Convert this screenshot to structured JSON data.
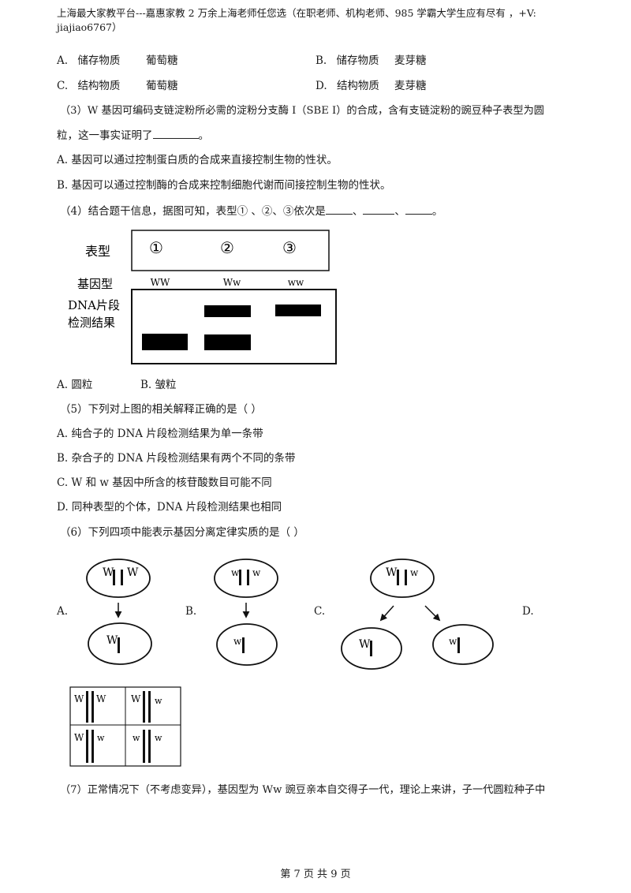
{
  "header": {
    "line1": "上海最大家教平台---嘉惠家教    2 万余上海老师任您选（在职老师、机构老师、985 学霸大学生应有尽有  ，+V:",
    "line2": "jiajiao6767）"
  },
  "q2_options": {
    "a_letter": "A.",
    "a_kind": "储存物质",
    "a_item": "葡萄糖",
    "b_letter": "B.",
    "b_kind": "储存物质",
    "b_item": "麦芽糖",
    "c_letter": "C.",
    "c_kind": "结构物质",
    "c_item": "葡萄糖",
    "d_letter": "D.",
    "d_kind": "结构物质",
    "d_item": "麦芽糖"
  },
  "q3": {
    "line1": "（3）W 基因可编码支链淀粉所必需的淀粉分支酶 I（SBE I）的合成，含有支链淀粉的豌豆种子表型为圆",
    "line2_pre": "粒，这一事实证明了",
    "line2_post": "。",
    "option_a": "A. 基因可以通过控制蛋白质的合成来直接控制生物的性状。",
    "option_b": "B. 基因可以通过控制酶的合成来控制细胞代谢而间接控制生物的性状。"
  },
  "q4": {
    "pre": "（4）结合题干信息，据图可知，表型① 、②、③依次是",
    "sep1": "、",
    "sep2": "、",
    "post": "。",
    "option_a": "A. 圆粒",
    "option_b": "B. 皱粒"
  },
  "figure1": {
    "row_phenotype": "表型",
    "row_genotype": "基因型",
    "row_dna_1": "DNA片段",
    "row_dna_2": "检测结果",
    "phenotypes": [
      "①",
      "②",
      "③"
    ],
    "genotypes": [
      "WW",
      "Ww",
      "ww"
    ]
  },
  "q5": {
    "stem": "（5）下列对上图的相关解释正确的是（      ）",
    "option_a": "A. 纯合子的 DNA 片段检测结果为单一条带",
    "option_b": "B. 杂合子的 DNA 片段检测结果有两个不同的条带",
    "option_c": "C. W 和 w 基因中所含的核苷酸数目可能不同",
    "option_d": "D. 同种表型的个体，DNA 片段检测结果也相同"
  },
  "q6": {
    "stem": "（6）下列四项中能表示基因分离定律实质的是（      ）",
    "label_a": "A.",
    "label_b": "B.",
    "label_c": "C.",
    "label_d": "D.",
    "cell_a_top": [
      "W",
      "W"
    ],
    "cell_a_bottom": "W",
    "cell_b_top": [
      "w",
      "w"
    ],
    "cell_b_bottom": "w",
    "cell_c_top": [
      "W",
      "w"
    ],
    "cell_c_bottom_left": "W",
    "cell_c_bottom_right": "w",
    "grid": [
      [
        "W",
        "W"
      ],
      [
        "W",
        "w"
      ],
      [
        "W",
        "w"
      ],
      [
        "w",
        "w"
      ]
    ]
  },
  "q7": {
    "line1": "（7）正常情况下（不考虑变异），基因型为 Ww 豌豆亲本自交得子一代，理论上来讲，子一代圆粒种子中"
  },
  "footer": {
    "page_text": "第 7 页 共 9 页"
  }
}
